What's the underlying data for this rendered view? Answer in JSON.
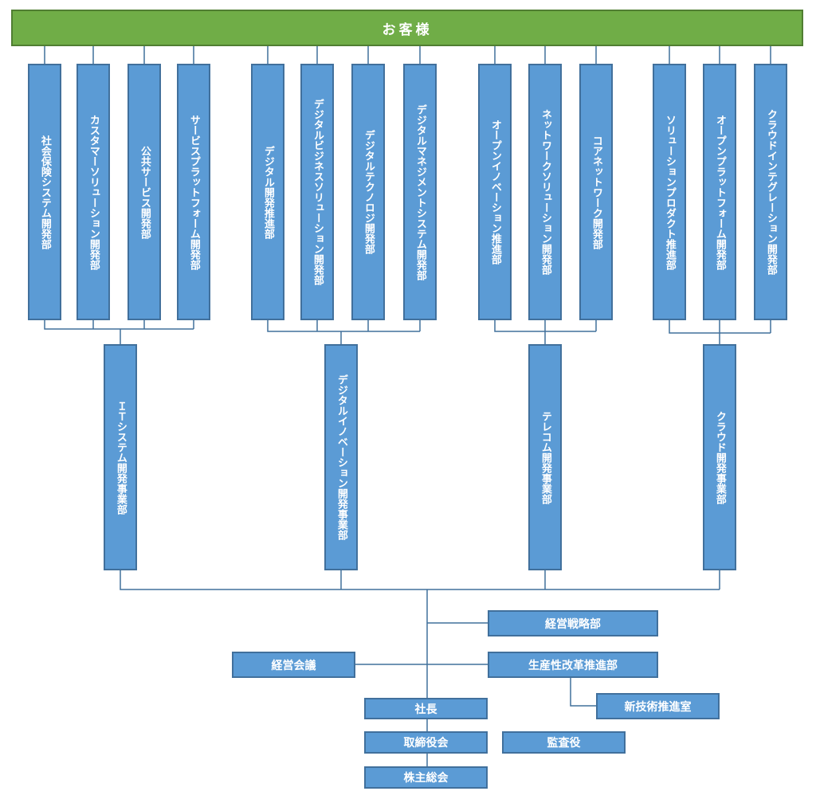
{
  "top": "お客様",
  "departments": [
    "社会保険システム開発部",
    "カスタマーソリューション開発部",
    "公共サービス開発部",
    "サービスプラットフォーム開発部",
    "デジタル開発推進部",
    "デジタルビジネスソリューション開発部",
    "デジタルテクノロジ開発部",
    "デジタルマネジメントシステム開発部",
    "オープンイノベーション推進部",
    "ネットワークソリューション開発部",
    "コアネットワーク開発部",
    "ソリューションプロダクト推進部",
    "オープンプラットフォーム開発部",
    "クラウドインテグレーション開発部"
  ],
  "divisions": [
    "ＩＴシステム開発事業部",
    "デジタルイノベーション開発事業部",
    "テレコム開発事業部",
    "クラウド開発事業部"
  ],
  "corporate": {
    "strategy": "経営戦略部",
    "council": "経営会議",
    "productivity": "生産性改革推進部",
    "newtech": "新技術推進室",
    "president": "社長",
    "board": "取締役会",
    "auditor": "監査役",
    "shareholders": "株主総会"
  },
  "colors": {
    "top_fill": "#70ad47",
    "box_fill": "#5b9bd5",
    "box_border": "#41709c",
    "line": "#41709c"
  }
}
